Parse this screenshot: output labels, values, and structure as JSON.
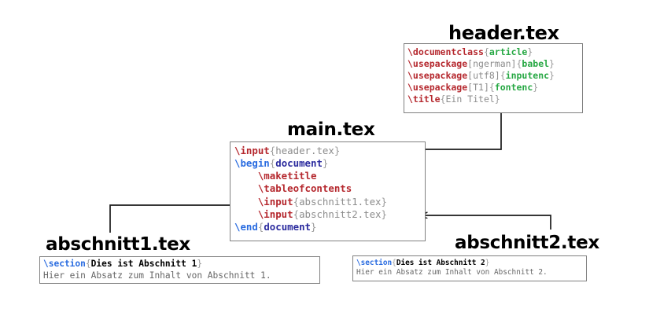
{
  "diagram": {
    "title": "LaTeX multi-file document structure",
    "files": [
      {
        "id": "header",
        "title": "header.tex",
        "lines": [
          [
            {
              "t": "\\documentclass",
              "c": "cmd-red"
            },
            {
              "t": "{",
              "c": "brace"
            },
            {
              "t": "article",
              "c": "green"
            },
            {
              "t": "}",
              "c": "brace"
            }
          ],
          [
            {
              "t": "\\usepackage",
              "c": "cmd-red"
            },
            {
              "t": "[ngerman]",
              "c": "plain"
            },
            {
              "t": "{",
              "c": "brace"
            },
            {
              "t": "babel",
              "c": "green"
            },
            {
              "t": "}",
              "c": "brace"
            }
          ],
          [
            {
              "t": "\\usepackage",
              "c": "cmd-red"
            },
            {
              "t": "[utf8]",
              "c": "plain"
            },
            {
              "t": "{",
              "c": "brace"
            },
            {
              "t": "inputenc",
              "c": "green"
            },
            {
              "t": "}",
              "c": "brace"
            }
          ],
          [
            {
              "t": "\\usepackage",
              "c": "cmd-red"
            },
            {
              "t": "[T1]",
              "c": "plain"
            },
            {
              "t": "{",
              "c": "brace"
            },
            {
              "t": "fontenc",
              "c": "green"
            },
            {
              "t": "}",
              "c": "brace"
            }
          ],
          [
            {
              "t": "\\title",
              "c": "cmd-red"
            },
            {
              "t": "{",
              "c": "brace"
            },
            {
              "t": "Ein Titel",
              "c": "plain"
            },
            {
              "t": "}",
              "c": "brace"
            }
          ]
        ]
      },
      {
        "id": "main",
        "title": "main.tex",
        "lines": [
          [
            {
              "t": "\\input",
              "c": "cmd-red"
            },
            {
              "t": "{",
              "c": "brace"
            },
            {
              "t": "header.tex",
              "c": "plain"
            },
            {
              "t": "}",
              "c": "brace"
            }
          ],
          [
            {
              "t": "\\begin",
              "c": "cmd-blue"
            },
            {
              "t": "{",
              "c": "brace"
            },
            {
              "t": "document",
              "c": "navy"
            },
            {
              "t": "}",
              "c": "brace"
            }
          ],
          [
            {
              "t": "    \\maketitle",
              "c": "cmd-red"
            }
          ],
          [
            {
              "t": "    \\tableofcontents",
              "c": "cmd-red"
            }
          ],
          [
            {
              "t": "    \\input",
              "c": "cmd-red"
            },
            {
              "t": "{",
              "c": "brace"
            },
            {
              "t": "abschnitt1.tex",
              "c": "plain"
            },
            {
              "t": "}",
              "c": "brace"
            }
          ],
          [
            {
              "t": "    \\input",
              "c": "cmd-red"
            },
            {
              "t": "{",
              "c": "brace"
            },
            {
              "t": "abschnitt2.tex",
              "c": "plain"
            },
            {
              "t": "}",
              "c": "brace"
            }
          ],
          [
            {
              "t": "\\end",
              "c": "cmd-blue"
            },
            {
              "t": "{",
              "c": "brace"
            },
            {
              "t": "document",
              "c": "navy"
            },
            {
              "t": "}",
              "c": "brace"
            }
          ]
        ]
      },
      {
        "id": "abschnitt1",
        "title": "abschnitt1.tex",
        "lines": [
          [
            {
              "t": "\\section",
              "c": "cmd-blue"
            },
            {
              "t": "{",
              "c": "brace"
            },
            {
              "t": "Dies ist Abschnitt 1",
              "c": "black"
            },
            {
              "t": "}",
              "c": "brace"
            }
          ],
          [
            {
              "t": "Hier ein Absatz zum Inhalt von Abschnitt 1.",
              "c": "body"
            }
          ]
        ]
      },
      {
        "id": "abschnitt2",
        "title": "abschnitt2.tex",
        "lines": [
          [
            {
              "t": "\\section",
              "c": "cmd-blue"
            },
            {
              "t": "{",
              "c": "brace"
            },
            {
              "t": "Dies ist Abschnitt 2",
              "c": "black"
            },
            {
              "t": "}",
              "c": "brace"
            }
          ],
          [
            {
              "t": "Hier ein Absatz zum Inhalt von Abschnitt 2.",
              "c": "body"
            }
          ]
        ]
      }
    ],
    "arrows": [
      {
        "id": "header-to-main",
        "from": "header.tex",
        "to": "main.tex \\input{header.tex}"
      },
      {
        "id": "abschnitt1-to-main",
        "from": "abschnitt1.tex",
        "to": "main.tex \\input{abschnitt1.tex}"
      },
      {
        "id": "abschnitt2-to-main",
        "from": "abschnitt2.tex",
        "to": "main.tex \\input{abschnitt2.tex}"
      }
    ],
    "colors": {
      "command_red": "#b5282e",
      "command_blue": "#2a6ce0",
      "argument_green": "#27a844",
      "brace_gray": "#9a9a9a",
      "environment_navy": "#2b2b9e",
      "plain_gray": "#8c8c8c",
      "body_gray": "#666666",
      "box_border": "#808080",
      "arrow_black": "#1a1a1a",
      "background": "#ffffff"
    }
  }
}
